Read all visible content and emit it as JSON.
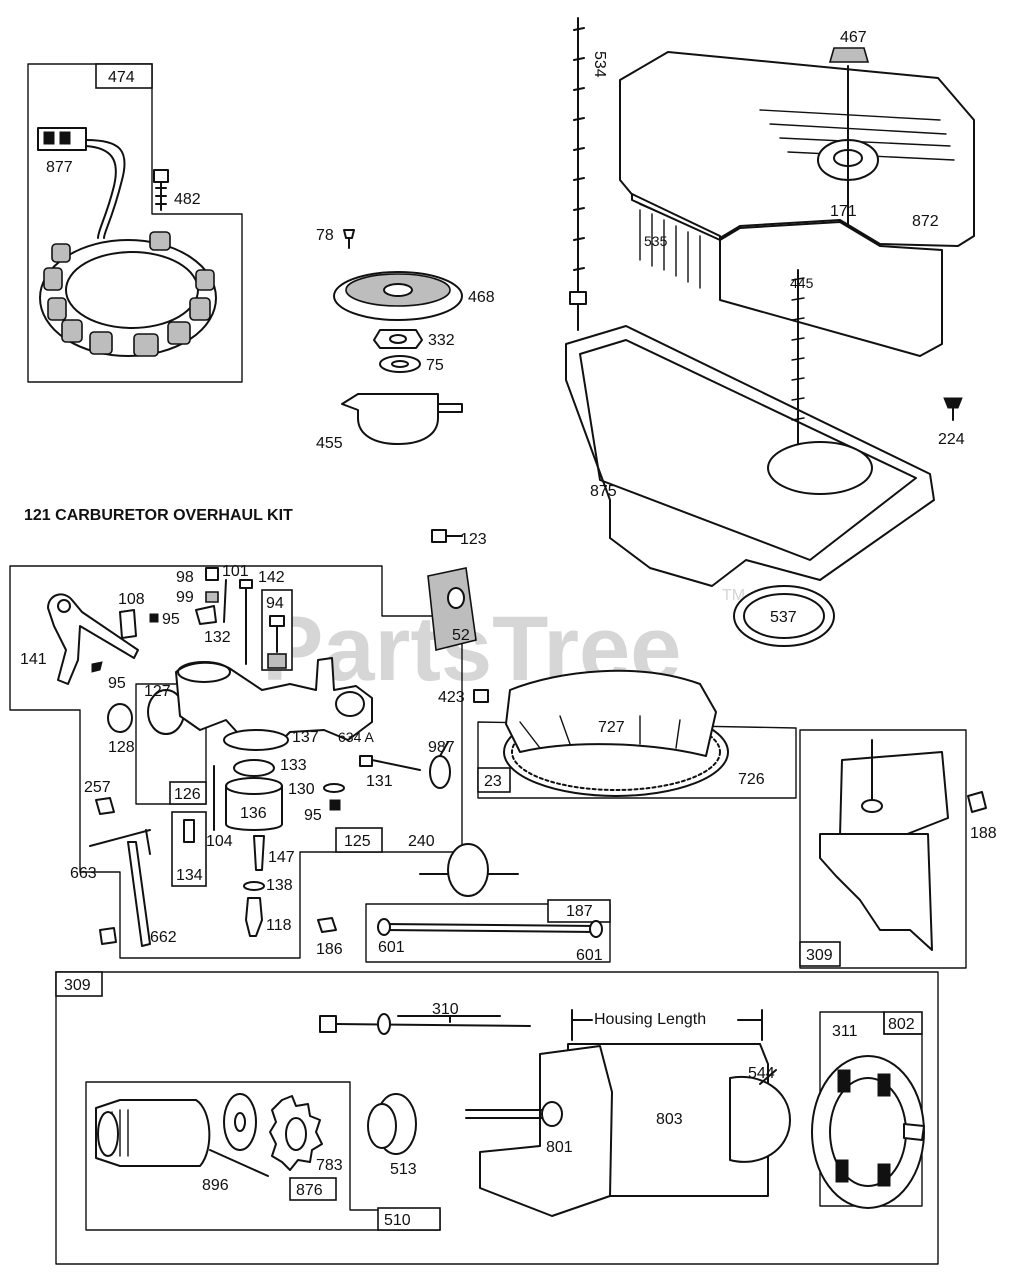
{
  "heading": "121 CARBURETOR OVERHAUL KIT",
  "watermark": "PartsTree",
  "watermark_tm": "TM",
  "housing_length_label": "Housing Length",
  "part_numbers": {
    "p474": "474",
    "p877": "877",
    "p482": "482",
    "p78": "78",
    "p468": "468",
    "p332": "332",
    "p75": "75",
    "p455": "455",
    "p534": "534",
    "p467": "467",
    "p171": "171",
    "p872": "872",
    "p535": "535",
    "p445": "445",
    "p875": "875",
    "p224": "224",
    "p537": "537",
    "p123": "123",
    "p52": "52",
    "p423": "423",
    "p98": "98",
    "p101": "101",
    "p142": "142",
    "p99": "99",
    "p108": "108",
    "p95a": "95",
    "p94": "94",
    "p132": "132",
    "p141": "141",
    "p95b": "95",
    "p127": "127",
    "p128": "128",
    "p137": "137",
    "p634a": "634 A",
    "p987": "987",
    "p131": "131",
    "p126": "126",
    "p133": "133",
    "p136": "136",
    "p130": "130",
    "p95c": "95",
    "p257": "257",
    "p104": "104",
    "p125": "125",
    "p147": "147",
    "p134": "134",
    "p663": "663",
    "p138": "138",
    "p118": "118",
    "p662": "662",
    "p186": "186",
    "p240": "240",
    "p187": "187",
    "p601a": "601",
    "p601b": "601",
    "p727": "727",
    "p726": "726",
    "p23": "23",
    "p188": "188",
    "p309a": "309",
    "p309b": "309",
    "p310": "310",
    "p544": "544",
    "p311": "311",
    "p802": "802",
    "p803": "803",
    "p801": "801",
    "p513": "513",
    "p783": "783",
    "p896": "896",
    "p876": "876",
    "p510": "510"
  }
}
